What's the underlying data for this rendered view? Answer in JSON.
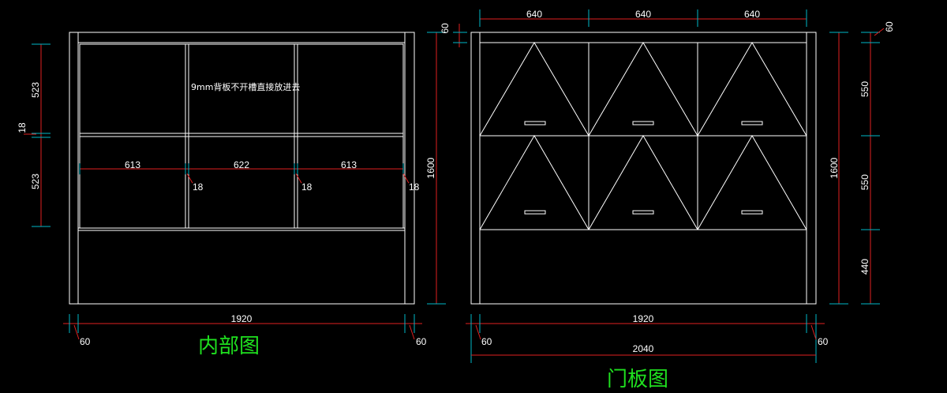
{
  "left_drawing": {
    "title": "内部图",
    "note": "9mm背板不开槽直接放进去",
    "vert_dims": [
      "523",
      "18",
      "523"
    ],
    "horiz_dims": [
      "613",
      "622",
      "613"
    ],
    "gap_dims": [
      "18",
      "18",
      "18"
    ],
    "height_dim": "1600",
    "width_dim": "1920",
    "side_dims": [
      "60",
      "60"
    ]
  },
  "right_drawing": {
    "title": "门板图",
    "top_dims": [
      "640",
      "640",
      "640"
    ],
    "top_left_dim": "60",
    "top_right_dim": "60",
    "height_dim": "1600",
    "right_dims": [
      "550",
      "550",
      "440"
    ],
    "width_dim": "1920",
    "total_width_dim": "2040",
    "side_dims": [
      "60",
      "60"
    ]
  },
  "colors": {
    "line": "#ffffff",
    "dimension": "#e02020",
    "extension": "#00b8c8",
    "title": "#1fe01f"
  }
}
